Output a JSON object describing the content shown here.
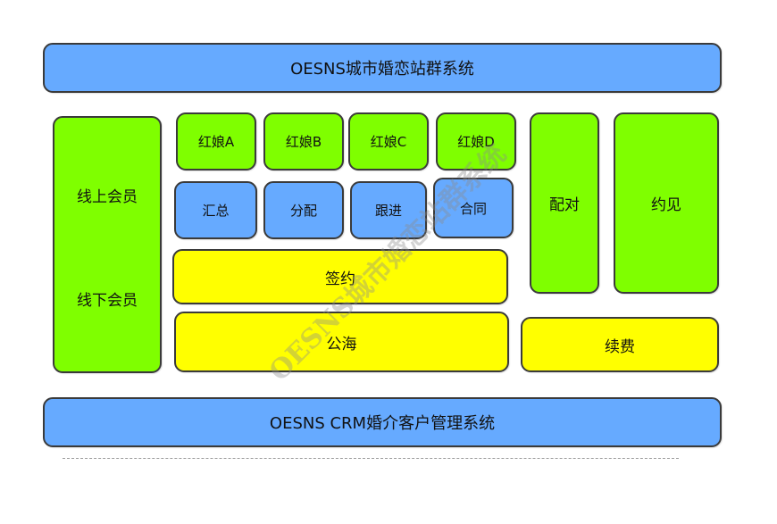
{
  "top_bar": {
    "label": "OESNS城市婚恋站群系统"
  },
  "members": {
    "online": "线上会员",
    "offline": "线下会员"
  },
  "matchmakers": [
    "红娘A",
    "红娘B",
    "红娘C",
    "红娘D"
  ],
  "functions": [
    "汇总",
    "分配",
    "跟进",
    "合同"
  ],
  "pair": "配对",
  "meet": "约见",
  "sign": "签约",
  "public_pool": "公海",
  "renew": "续费",
  "bottom_bar": {
    "label": "OESNS CRM婚介客户管理系统"
  },
  "watermark": "OESNS城市婚恋站群系统",
  "colors": {
    "blue": "#66aaff",
    "green": "#7fff00",
    "yellow": "#ffff00",
    "border": "#3a3a3a"
  }
}
